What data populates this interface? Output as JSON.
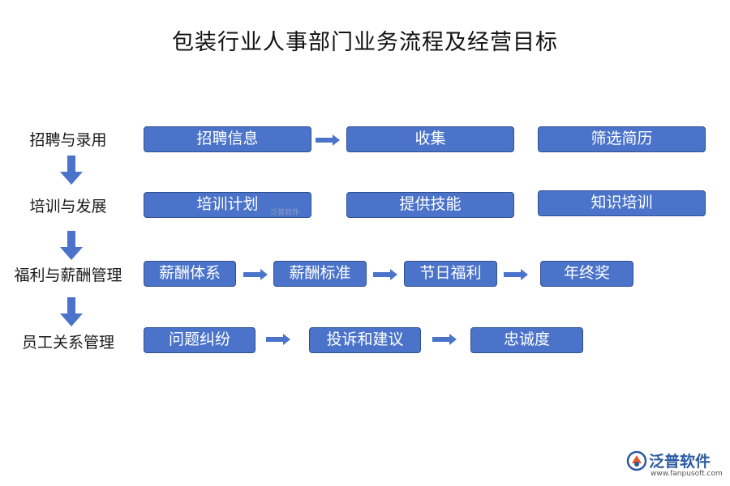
{
  "title": "包装行业人事部门业务流程及经营目标",
  "stages": [
    {
      "label": "招聘与录用",
      "steps": [
        "招聘信息",
        "收集",
        "筛选简历"
      ]
    },
    {
      "label": "培训与发展",
      "steps": [
        "培训计划",
        "提供技能",
        "知识培训"
      ]
    },
    {
      "label": "福利与薪酬管理",
      "steps": [
        "薪酬体系",
        "薪酬标准",
        "节日福利",
        "年终奖"
      ]
    },
    {
      "label": "员工关系管理",
      "steps": [
        "问题纠纷",
        "投诉和建议",
        "忠诚度"
      ]
    }
  ],
  "watermark": {
    "inline": "泛普软件",
    "brand": "泛普软件",
    "url": "www.fanpusoft.com"
  },
  "colors": {
    "box_fill": "#4a73c9",
    "box_border": "#2f4f8f",
    "arrow": "#4a73c9",
    "brand": "#2c5aa0"
  }
}
